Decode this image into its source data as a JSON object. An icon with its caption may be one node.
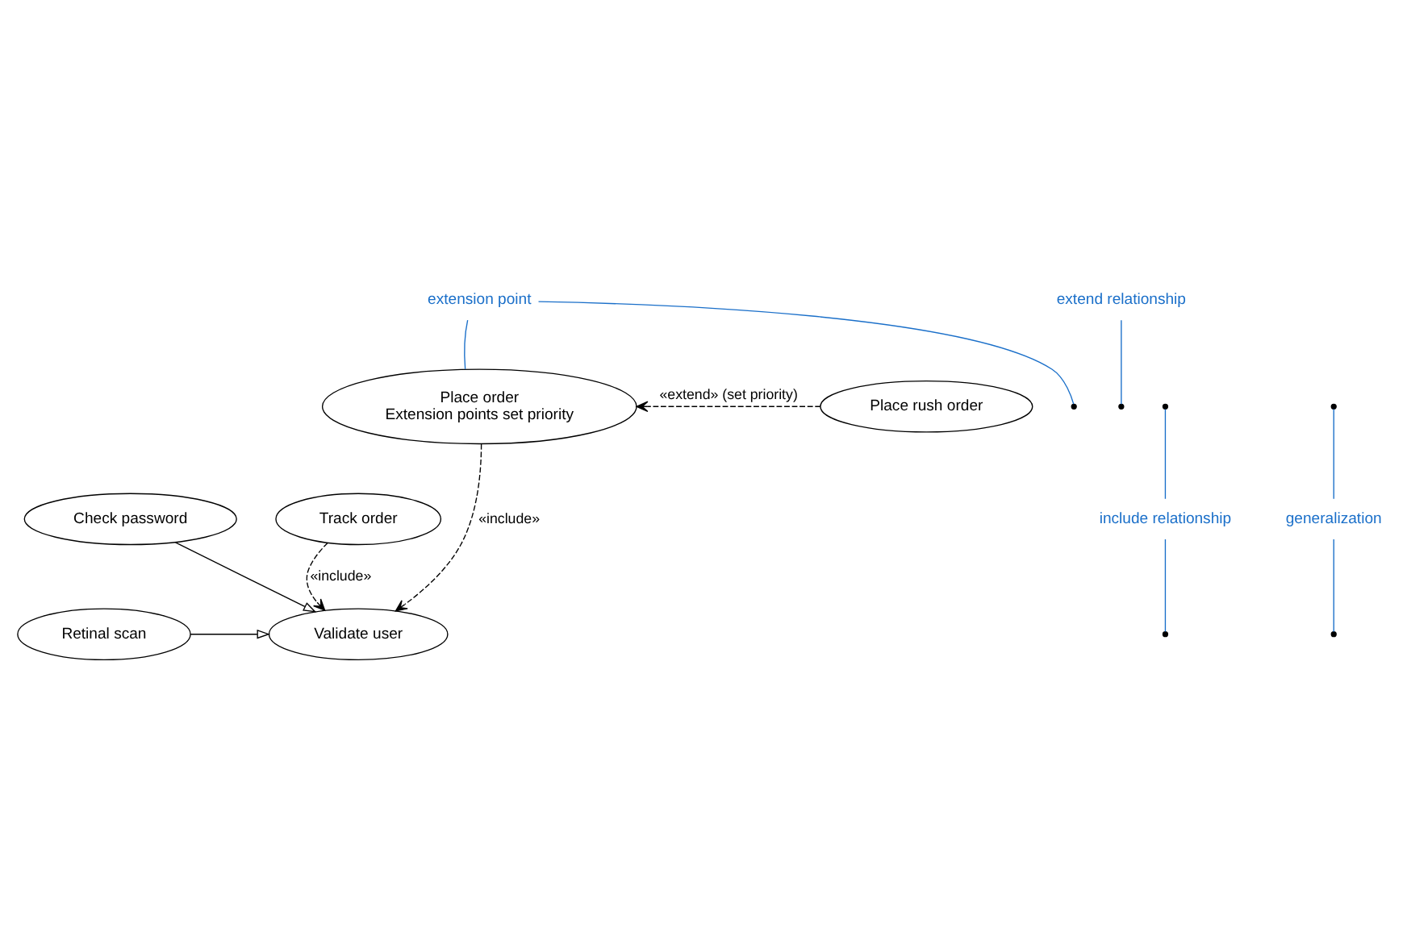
{
  "diagram": {
    "nodes": [
      {
        "text": [
          "Place order",
          "Extension points set priority"
        ]
      },
      {
        "text": [
          "Place rush order"
        ]
      },
      {
        "text": [
          "Track order"
        ]
      },
      {
        "text": [
          "Validate user"
        ]
      },
      {
        "text": [
          "Check password"
        ]
      },
      {
        "text": [
          "Retinal scan"
        ]
      },
      {
        "text": [
          "extension point"
        ]
      },
      {
        "text": [
          "extend relationship"
        ]
      },
      {
        "text": [
          "include relationship"
        ]
      },
      {
        "text": [
          "generalization"
        ]
      }
    ],
    "edges": [
      {
        "from": 1,
        "to": 0,
        "arrow": "to",
        "style": "dashed",
        "label": "«extend» (set priority)",
        "color": "#000000"
      },
      {
        "from": 0,
        "to": 3,
        "arrow": "to",
        "style": "dashed",
        "label": "«include»",
        "color": "#000000"
      },
      {
        "from": 2,
        "to": 3,
        "arrow": "to",
        "style": "dashed",
        "label": "«include»",
        "color": "#000000"
      },
      {
        "from": 4,
        "to": 3,
        "arrow": "to",
        "color": "#000000"
      },
      {
        "from": 5,
        "to": 3,
        "arrow": "to",
        "color": "#000000"
      },
      {
        "from": 6,
        "to": 0,
        "arrow": "none",
        "color": "#1a6fc9"
      },
      {
        "from": 6,
        "to": null,
        "arrow": "none",
        "color": "#1a6fc9"
      },
      {
        "from": 7,
        "to": null,
        "arrow": "none",
        "color": "#1a6fc9"
      },
      {
        "from": 8,
        "to": null,
        "arrow": "none",
        "color": "#1a6fc9"
      },
      {
        "from": 8,
        "to": null,
        "arrow": "none",
        "color": "#1a6fc9"
      },
      {
        "from": 9,
        "to": null,
        "arrow": "none",
        "color": "#1a6fc9"
      },
      {
        "from": 9,
        "to": null,
        "arrow": "none",
        "color": "#1a6fc9"
      }
    ]
  }
}
